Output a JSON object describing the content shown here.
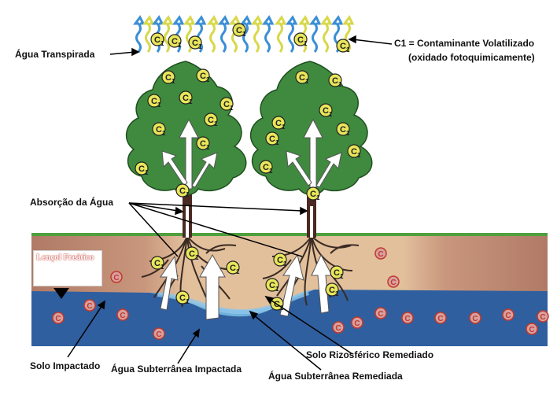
{
  "labels": {
    "agua_transpirada": "Água Transpirada",
    "c1_line1": "C1 = Contaminante Volatilizado",
    "c1_line2": "(oxidado fotoquimicamente)",
    "absorcao": "Absorção da Água",
    "lencol": "Lençol Freático",
    "solo_impactado": "Solo Impactado",
    "agua_sub_impactada": "Água Subterrânea Impactada",
    "agua_sub_remediada": "Água Subterrânea Remediada",
    "solo_rizosferico": "Solo Rizosférico Remediado"
  },
  "symbols": {
    "volatile": "C",
    "volatile_sub": "1",
    "contaminant": "C"
  },
  "colors": {
    "wave_blue": "#3a8fd6",
    "wave_yellow": "#d8d84a",
    "tree": "#3f8a3f",
    "soil_impacted": "#b47f6c",
    "soil_remediated": "#ddb893",
    "groundwater": "#2f5f9f",
    "groundwater_clean": "#6fb2de",
    "ground_top": "#4f9f3f",
    "c1_fill": "#e9e65a",
    "contaminant_red": "#c0392b"
  }
}
